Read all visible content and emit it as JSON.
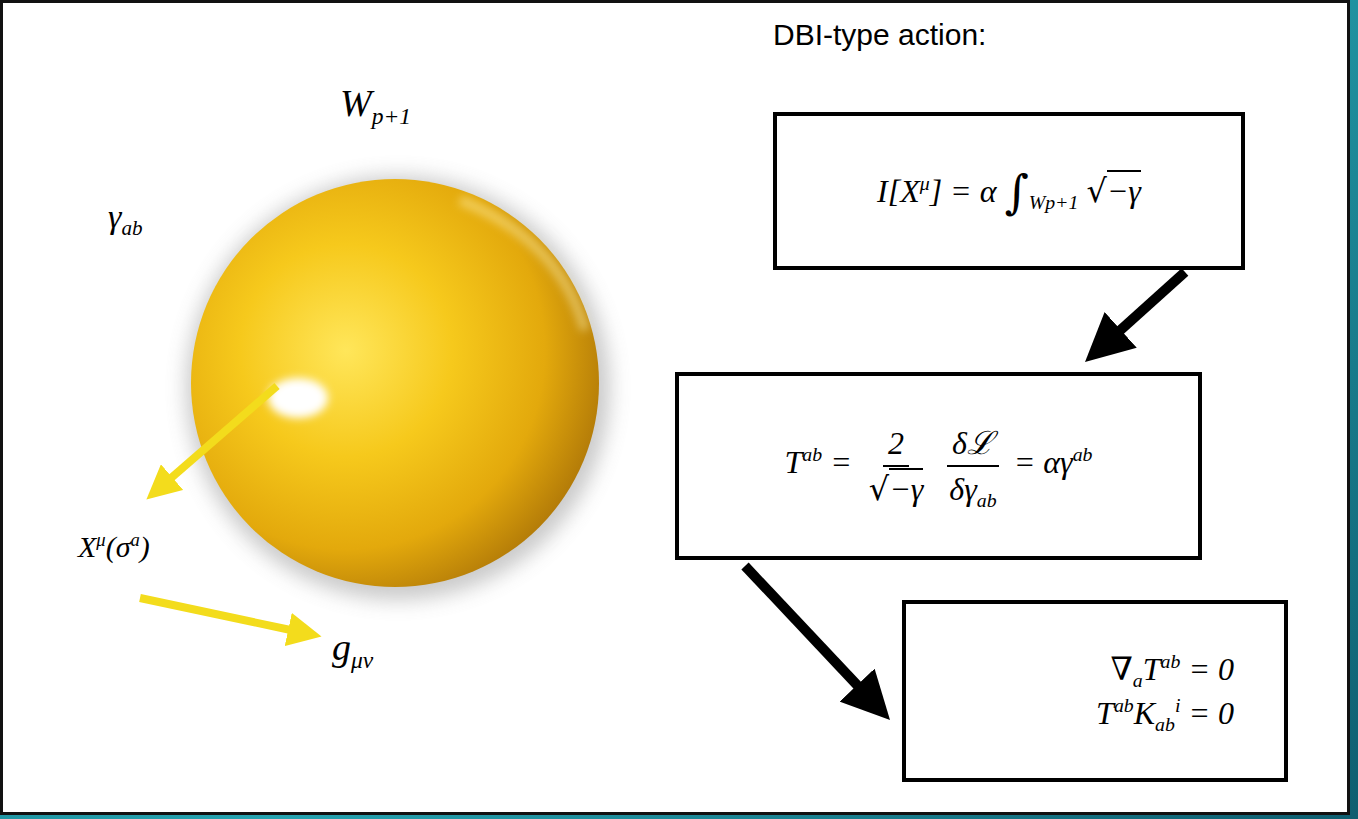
{
  "diagram": {
    "nodes": [
      {
        "text": [
          "I[Xμ] = α ∫Wp+1 √−γ"
        ]
      },
      {
        "text": [
          "Tab = 2 √−γ δℒ δγab = αγab"
        ]
      },
      {
        "text": [
          "∇aTab = 0",
          "TabKabi = 0"
        ]
      }
    ],
    "edges": [
      {
        "from": 0,
        "to": 1,
        "arrow": "to"
      },
      {
        "from": 1,
        "to": 2,
        "arrow": "to"
      }
    ],
    "labels": [
      "DBI-type action:",
      "Wp+1",
      "γab",
      "Xμ(σa)",
      "gμν"
    ]
  }
}
